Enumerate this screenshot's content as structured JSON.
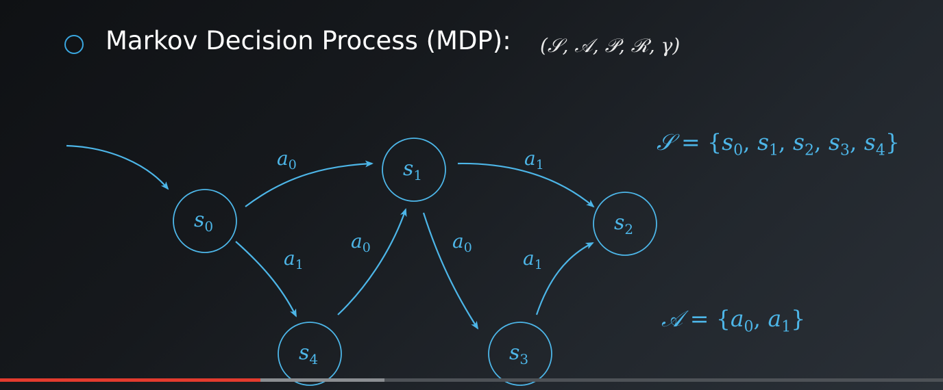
{
  "header": {
    "title": "Markov Decision Process (MDP):",
    "tuple": "(𝒮, 𝒜, 𝒫, ℛ, γ)"
  },
  "diagram": {
    "nodes": [
      {
        "id": "s0",
        "base": "s",
        "sub": "0"
      },
      {
        "id": "s1",
        "base": "s",
        "sub": "1"
      },
      {
        "id": "s2",
        "base": "s",
        "sub": "2"
      },
      {
        "id": "s3",
        "base": "s",
        "sub": "3"
      },
      {
        "id": "s4",
        "base": "s",
        "sub": "4"
      }
    ],
    "edges": [
      {
        "from": "start",
        "to": "s0",
        "label": null
      },
      {
        "from": "s0",
        "to": "s1",
        "label": {
          "base": "a",
          "sub": "0"
        }
      },
      {
        "from": "s0",
        "to": "s4",
        "label": {
          "base": "a",
          "sub": "1"
        }
      },
      {
        "from": "s4",
        "to": "s1",
        "label": {
          "base": "a",
          "sub": "0"
        }
      },
      {
        "from": "s1",
        "to": "s2",
        "label": {
          "base": "a",
          "sub": "1"
        }
      },
      {
        "from": "s1",
        "to": "s3",
        "label": {
          "base": "a",
          "sub": "0"
        }
      },
      {
        "from": "s3",
        "to": "s2",
        "label": {
          "base": "a",
          "sub": "1"
        }
      }
    ],
    "state_set": {
      "symbol": "𝒮",
      "equals": " = {",
      "items": [
        "0",
        "1",
        "2",
        "3",
        "4"
      ],
      "var": "s",
      "close": "}"
    },
    "action_set": {
      "symbol": "𝒜",
      "equals": " = {",
      "items": [
        "0",
        "1"
      ],
      "var": "a",
      "close": "}"
    }
  },
  "colors": {
    "accent": "#4db6e8",
    "bullet": "#3aa7e0",
    "title": "#ffffff",
    "progress_played": "#e33b2e"
  },
  "player": {
    "progress_played": 0.276,
    "progress_buffered": 0.408
  }
}
